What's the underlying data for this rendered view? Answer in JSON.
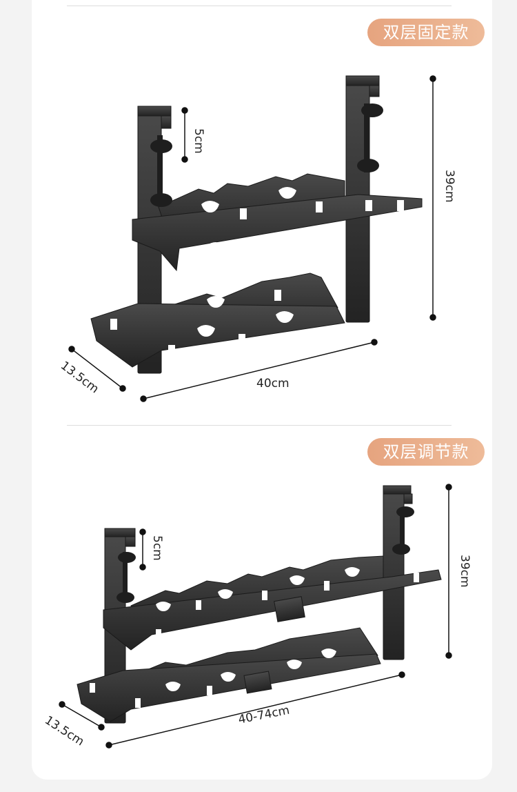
{
  "sections": [
    {
      "badge": "双层固定款",
      "dims": {
        "clamp": "5cm",
        "height": "39cm",
        "depth": "13.5cm",
        "width": "40cm"
      }
    },
    {
      "badge": "双层调节款",
      "dims": {
        "clamp": "5cm",
        "height": "39cm",
        "depth": "13.5cm",
        "width": "40-74cm"
      }
    }
  ],
  "colors": {
    "badge": "#e9ab86",
    "metal": "#2f2f2f",
    "metal_light": "#4a4a4a"
  }
}
